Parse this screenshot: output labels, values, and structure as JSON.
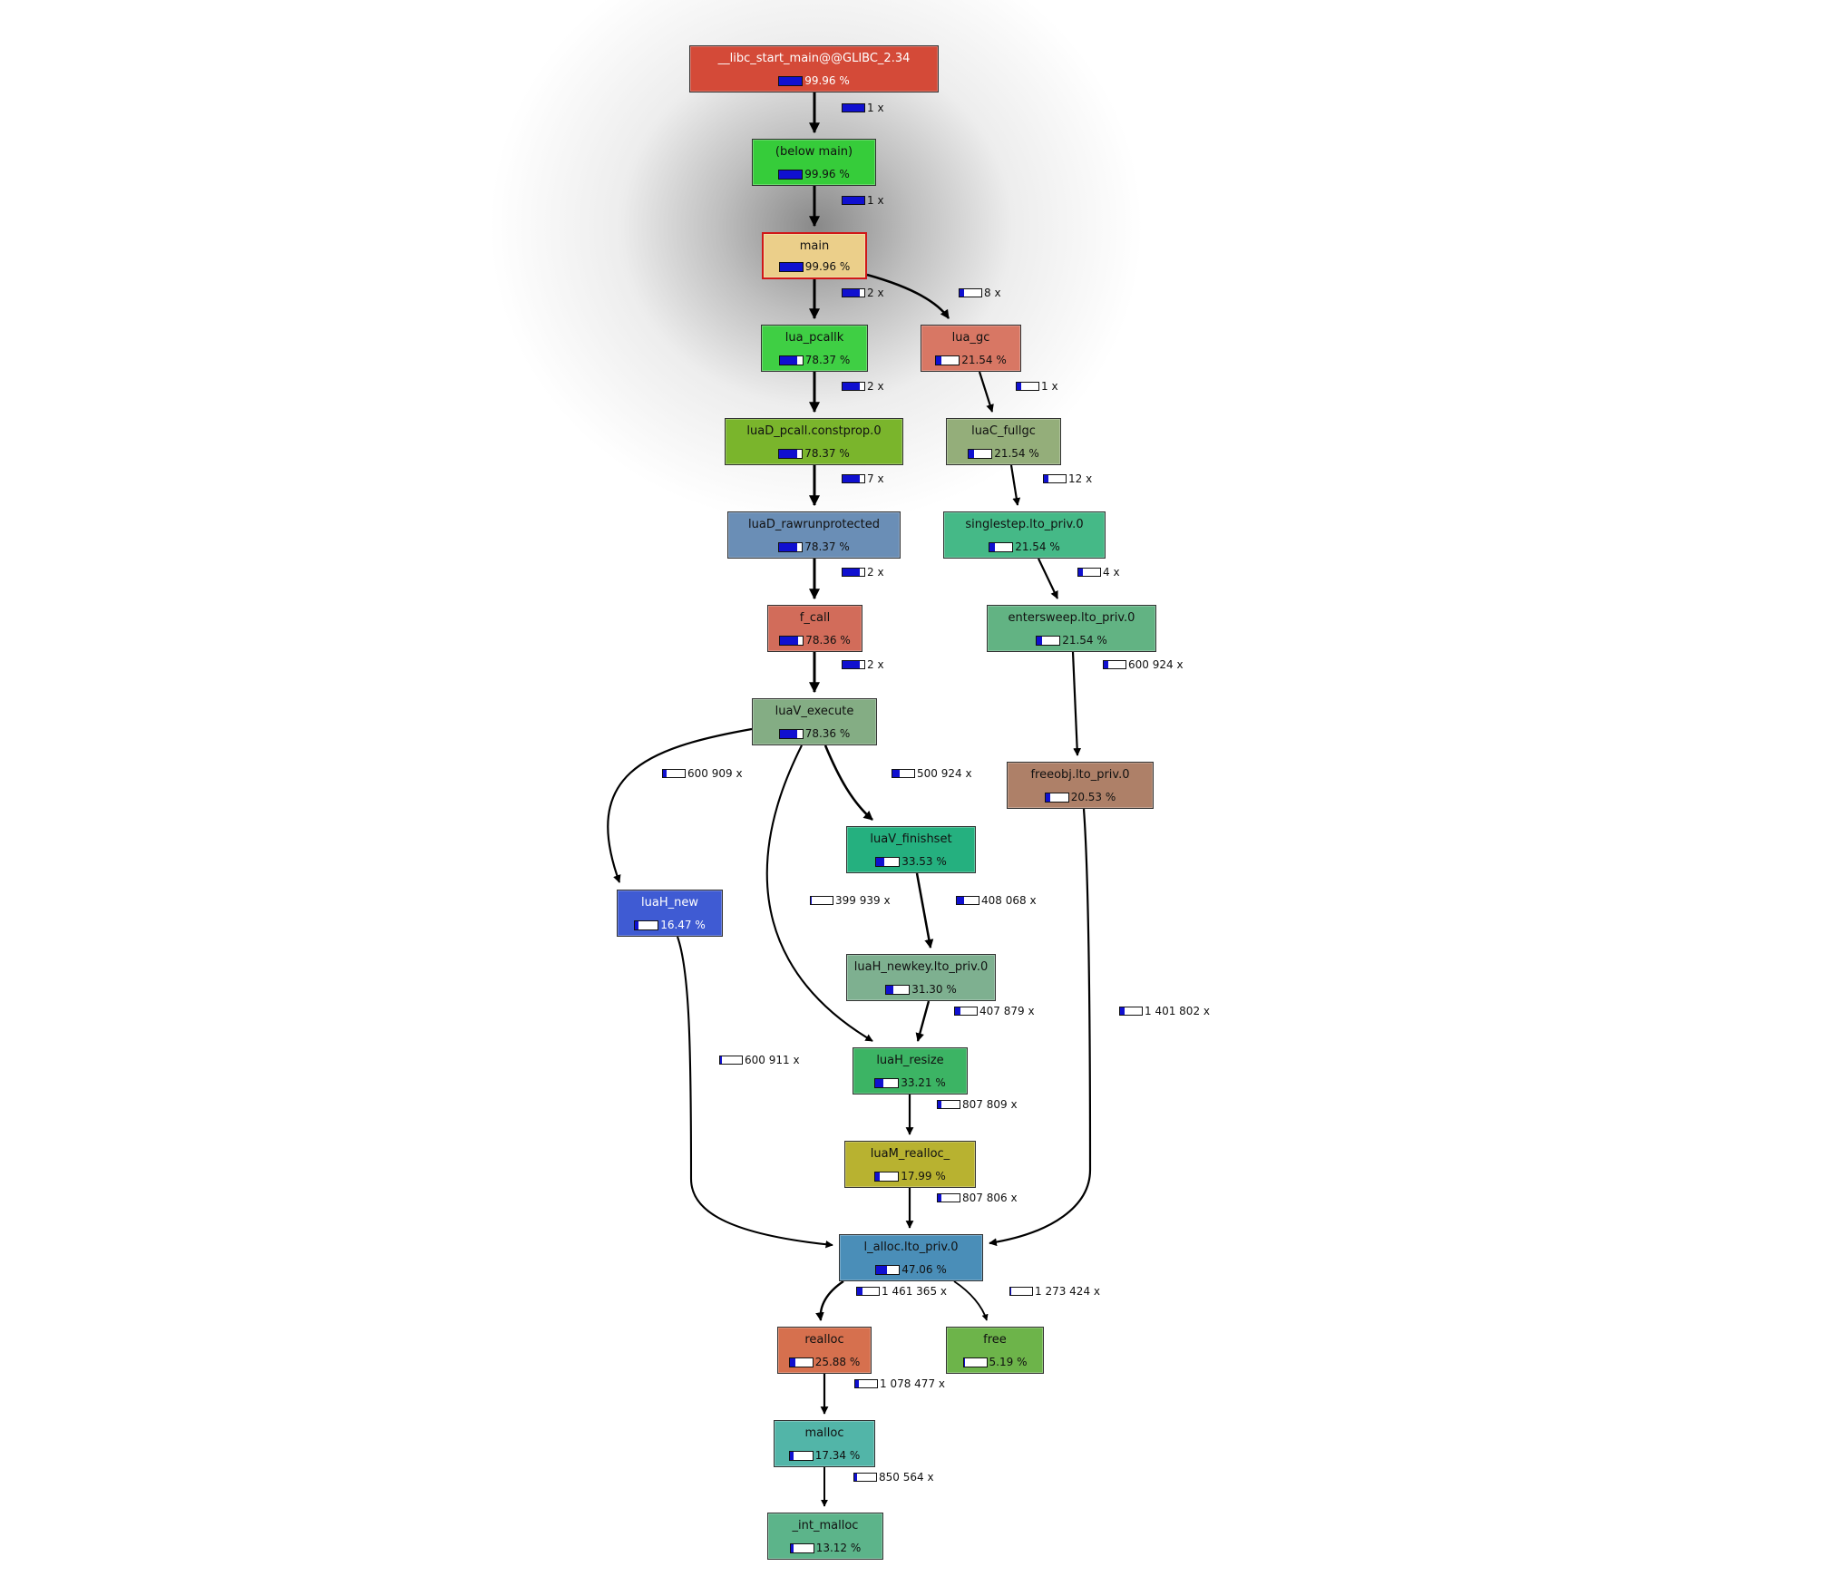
{
  "graph": {
    "nodes": [
      {
        "id": "libc_start_main",
        "name": "__libc_start_main@@GLIBC_2.34",
        "pct": "99.96 %",
        "fraction": 0.9996,
        "color": "#d44a38",
        "light_text": true
      },
      {
        "id": "below_main",
        "name": "(below main)",
        "pct": "99.96 %",
        "fraction": 0.9996,
        "color": "#36cc3a"
      },
      {
        "id": "main",
        "name": "main",
        "pct": "99.96 %",
        "fraction": 0.9996,
        "color": "#ebcf8a",
        "selected": true
      },
      {
        "id": "lua_pcallk",
        "name": "lua_pcallk",
        "pct": "78.37 %",
        "fraction": 0.7837,
        "color": "#3fcf44"
      },
      {
        "id": "lua_gc",
        "name": "lua_gc",
        "pct": "21.54 %",
        "fraction": 0.2154,
        "color": "#d87764"
      },
      {
        "id": "luaD_pcall",
        "name": "luaD_pcall.constprop.0",
        "pct": "78.37 %",
        "fraction": 0.7837,
        "color": "#7ab52c"
      },
      {
        "id": "luaC_fullgc",
        "name": "luaC_fullgc",
        "pct": "21.54 %",
        "fraction": 0.2154,
        "color": "#94ae7a"
      },
      {
        "id": "luaD_rawrunprotected",
        "name": "luaD_rawrunprotected",
        "pct": "78.37 %",
        "fraction": 0.7837,
        "color": "#6a8eb6"
      },
      {
        "id": "singlestep",
        "name": "singlestep.lto_priv.0",
        "pct": "21.54 %",
        "fraction": 0.2154,
        "color": "#45b987"
      },
      {
        "id": "f_call",
        "name": "f_call",
        "pct": "78.36 %",
        "fraction": 0.7836,
        "color": "#d26c5a"
      },
      {
        "id": "entersweep",
        "name": "entersweep.lto_priv.0",
        "pct": "21.54 %",
        "fraction": 0.2154,
        "color": "#62b383"
      },
      {
        "id": "luaV_execute",
        "name": "luaV_execute",
        "pct": "78.36 %",
        "fraction": 0.7836,
        "color": "#84ad84"
      },
      {
        "id": "freeobj",
        "name": "freeobj.lto_priv.0",
        "pct": "20.53 %",
        "fraction": 0.2053,
        "color": "#ae8068"
      },
      {
        "id": "luaV_finishset",
        "name": "luaV_finishset",
        "pct": "33.53 %",
        "fraction": 0.3353,
        "color": "#25b07f"
      },
      {
        "id": "luaH_new",
        "name": "luaH_new",
        "pct": "16.47 %",
        "fraction": 0.1647,
        "color": "#3f5bd3",
        "light_text": true
      },
      {
        "id": "luaH_newkey",
        "name": "luaH_newkey.lto_priv.0",
        "pct": "31.30 %",
        "fraction": 0.313,
        "color": "#7eb090"
      },
      {
        "id": "luaH_resize",
        "name": "luaH_resize",
        "pct": "33.21 %",
        "fraction": 0.3321,
        "color": "#3cb464"
      },
      {
        "id": "luaM_realloc",
        "name": "luaM_realloc_",
        "pct": "17.99 %",
        "fraction": 0.1799,
        "color": "#b8b230"
      },
      {
        "id": "l_alloc",
        "name": "l_alloc.lto_priv.0",
        "pct": "47.06 %",
        "fraction": 0.4706,
        "color": "#4a8eb8"
      },
      {
        "id": "realloc",
        "name": "realloc",
        "pct": "25.88 %",
        "fraction": 0.2588,
        "color": "#d6704e"
      },
      {
        "id": "free",
        "name": "free",
        "pct": "5.19 %",
        "fraction": 0.0519,
        "color": "#6db44a"
      },
      {
        "id": "malloc",
        "name": "malloc",
        "pct": "17.34 %",
        "fraction": 0.1734,
        "color": "#52b5a8"
      },
      {
        "id": "int_malloc",
        "name": "_int_malloc",
        "pct": "13.12 %",
        "fraction": 0.1312,
        "color": "#5cb48a"
      }
    ],
    "edges": [
      {
        "from": "libc_start_main",
        "to": "below_main",
        "count": "1 x",
        "fraction": 0.9996
      },
      {
        "from": "below_main",
        "to": "main",
        "count": "1 x",
        "fraction": 0.9996
      },
      {
        "from": "main",
        "to": "lua_pcallk",
        "count": "2 x",
        "fraction": 0.7837
      },
      {
        "from": "main",
        "to": "lua_gc",
        "count": "8 x",
        "fraction": 0.2154
      },
      {
        "from": "lua_pcallk",
        "to": "luaD_pcall",
        "count": "2 x",
        "fraction": 0.7837
      },
      {
        "from": "lua_gc",
        "to": "luaC_fullgc",
        "count": "1 x",
        "fraction": 0.2154
      },
      {
        "from": "luaD_pcall",
        "to": "luaD_rawrunprotected",
        "count": "7 x",
        "fraction": 0.7837
      },
      {
        "from": "luaC_fullgc",
        "to": "singlestep",
        "count": "12 x",
        "fraction": 0.2154
      },
      {
        "from": "luaD_rawrunprotected",
        "to": "f_call",
        "count": "2 x",
        "fraction": 0.7836
      },
      {
        "from": "singlestep",
        "to": "entersweep",
        "count": "4 x",
        "fraction": 0.2154
      },
      {
        "from": "f_call",
        "to": "luaV_execute",
        "count": "2 x",
        "fraction": 0.7836
      },
      {
        "from": "entersweep",
        "to": "freeobj",
        "count": "600 924 x",
        "fraction": 0.2053
      },
      {
        "from": "luaV_execute",
        "to": "luaH_new",
        "count": "600 909 x",
        "fraction": 0.1647
      },
      {
        "from": "luaV_execute",
        "to": "luaV_finishset",
        "count": "500 924 x",
        "fraction": 0.3353
      },
      {
        "from": "luaV_execute",
        "to": "luaH_resize",
        "count": "399 939 x",
        "fraction": 0.06
      },
      {
        "from": "luaV_finishset",
        "to": "luaH_newkey",
        "count": "408 068 x",
        "fraction": 0.313
      },
      {
        "from": "luaH_newkey",
        "to": "luaH_resize",
        "count": "407 879 x",
        "fraction": 0.27
      },
      {
        "from": "luaH_resize",
        "to": "luaM_realloc",
        "count": "807 809 x",
        "fraction": 0.1799
      },
      {
        "from": "luaM_realloc",
        "to": "l_alloc",
        "count": "807 806 x",
        "fraction": 0.1799
      },
      {
        "from": "luaH_new",
        "to": "l_alloc",
        "count": "600 911 x",
        "fraction": 0.08
      },
      {
        "from": "freeobj",
        "to": "l_alloc",
        "count": "1 401 802 x",
        "fraction": 0.2
      },
      {
        "from": "l_alloc",
        "to": "realloc",
        "count": "1 461 365 x",
        "fraction": 0.2588
      },
      {
        "from": "l_alloc",
        "to": "free",
        "count": "1 273 424 x",
        "fraction": 0.0519
      },
      {
        "from": "realloc",
        "to": "malloc",
        "count": "1 078 477 x",
        "fraction": 0.1734
      },
      {
        "from": "malloc",
        "to": "int_malloc",
        "count": "850 564 x",
        "fraction": 0.1312
      }
    ]
  }
}
